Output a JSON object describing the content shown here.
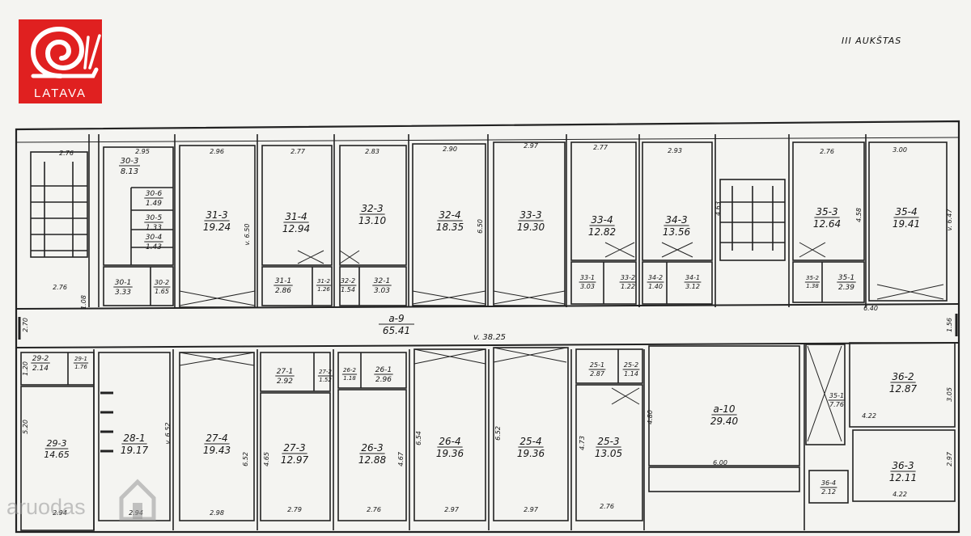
{
  "logo": {
    "text": "LATAVA",
    "color": "#e02020"
  },
  "floor_title": "III AUKŠTAS",
  "watermark": "aruodas",
  "corridor": {
    "code": "a-9",
    "area": "65.41",
    "length": "v. 38.25"
  },
  "rooms": [
    {
      "code": "30-3",
      "area": "8.13"
    },
    {
      "code": "30-6",
      "area": "1.49"
    },
    {
      "code": "30-5",
      "area": "1.33"
    },
    {
      "code": "30-4",
      "area": "1.43"
    },
    {
      "code": "30-1",
      "area": "3.33"
    },
    {
      "code": "30-2",
      "area": "1.65"
    },
    {
      "code": "31-3",
      "area": "19.24"
    },
    {
      "code": "31-4",
      "area": "12.94"
    },
    {
      "code": "31-1",
      "area": "2.86"
    },
    {
      "code": "31-2",
      "area": "1.26"
    },
    {
      "code": "32-3",
      "area": "13.10"
    },
    {
      "code": "32-2",
      "area": "1.54"
    },
    {
      "code": "32-1",
      "area": "3.03"
    },
    {
      "code": "32-4",
      "area": "18.35"
    },
    {
      "code": "33-3",
      "area": "19.30"
    },
    {
      "code": "33-4",
      "area": "12.82"
    },
    {
      "code": "33-1",
      "area": "3.03"
    },
    {
      "code": "33-2",
      "area": "1.22"
    },
    {
      "code": "34-3",
      "area": "13.56"
    },
    {
      "code": "34-2",
      "area": "1.40"
    },
    {
      "code": "34-1",
      "area": "3.12"
    },
    {
      "code": "35-3",
      "area": "12.64"
    },
    {
      "code": "35-2",
      "area": "1.38"
    },
    {
      "code": "35-1",
      "area": "2.39"
    },
    {
      "code": "35-4",
      "area": "19.41"
    },
    {
      "code": "29-2",
      "area": "2.14"
    },
    {
      "code": "29-1",
      "area": "1.76"
    },
    {
      "code": "29-3",
      "area": "14.65"
    },
    {
      "code": "28-1",
      "area": "19.17"
    },
    {
      "code": "27-4",
      "area": "19.43"
    },
    {
      "code": "27-1",
      "area": "2.92"
    },
    {
      "code": "27-2",
      "area": "1.52"
    },
    {
      "code": "27-3",
      "area": "12.97"
    },
    {
      "code": "26-2",
      "area": "1.18"
    },
    {
      "code": "26-1",
      "area": "2.96"
    },
    {
      "code": "26-3",
      "area": "12.88"
    },
    {
      "code": "26-4",
      "area": "19.36"
    },
    {
      "code": "25-4",
      "area": "19.36"
    },
    {
      "code": "25-1",
      "area": "2.87"
    },
    {
      "code": "25-2",
      "area": "1.14"
    },
    {
      "code": "25-3",
      "area": "13.05"
    },
    {
      "code": "a-10",
      "area": "29.40"
    },
    {
      "code": "35-1",
      "area": "7.76"
    },
    {
      "code": "36-2",
      "area": "12.87"
    },
    {
      "code": "36-3",
      "area": "12.11"
    },
    {
      "code": "36-4",
      "area": "2.12"
    }
  ],
  "dimensions": [
    "2.76",
    "2.95",
    "2.96",
    "2.77",
    "2.83",
    "2.90",
    "2.97",
    "2.77",
    "2.93",
    "2.76",
    "3.00",
    "v. 6.50",
    "v. 6.47",
    "4.63",
    "6.50",
    "4.58",
    "1.08",
    "2.70",
    "1.56",
    "6.40",
    "2.76",
    "2.94",
    "2.94",
    "2.98",
    "2.79",
    "2.76",
    "2.97",
    "2.97",
    "2.76",
    "6.00",
    "4.22",
    "4.22",
    "v. 6.52",
    "6.52",
    "4.65",
    "4.67",
    "6.54",
    "6.52",
    "4.73",
    "4.80",
    "3.05",
    "2.97",
    "5.20",
    "1.20"
  ]
}
